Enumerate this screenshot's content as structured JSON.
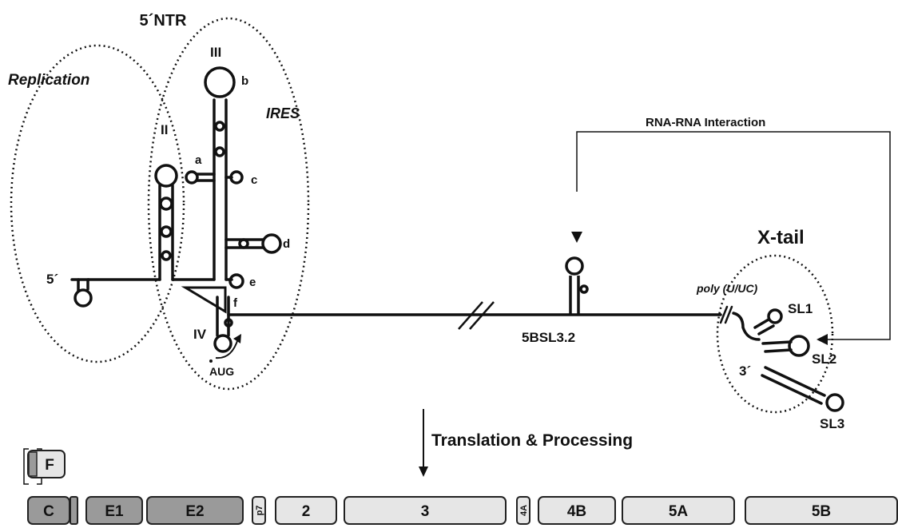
{
  "title": "5´NTR",
  "regions": {
    "replication": "Replication",
    "ires": "IRES",
    "xtail": "X-tail"
  },
  "domains": {
    "II": "II",
    "III": "III",
    "IV": "IV"
  },
  "subdomains": {
    "a": "a",
    "b": "b",
    "c": "c",
    "d": "d",
    "e": "e",
    "f": "f"
  },
  "labels": {
    "five_prime": "5´",
    "three_prime": "3´",
    "aug": "AUG",
    "poly": "poly (U/UC)",
    "element": "5BSL3.2",
    "sl1": "SL1",
    "sl2": "SL2",
    "sl3": "SL3",
    "interaction": "RNA-RNA Interaction",
    "translation": "Translation & Processing"
  },
  "genome": {
    "f_protein": "F",
    "proteins": [
      "C",
      "E1",
      "E2",
      "p7",
      "2",
      "3",
      "4A",
      "4B",
      "5A",
      "5B"
    ]
  },
  "colors": {
    "structural": "#9a9a9a",
    "nonstructural": "#e6e6e6",
    "line": "#111111"
  }
}
